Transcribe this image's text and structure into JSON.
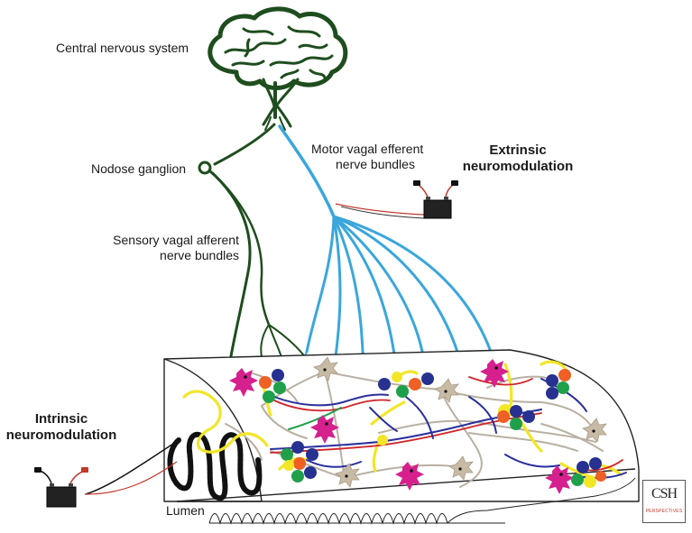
{
  "labels": {
    "cns": "Central nervous system",
    "nodose": "Nodose ganglion",
    "motor_line1": "Motor vagal efferent",
    "motor_line2": "nerve bundles",
    "extrinsic_line1": "Extrinsic",
    "extrinsic_line2": "neuromodulation",
    "sensory_line1": "Sensory vagal afferent",
    "sensory_line2": "nerve bundles",
    "intrinsic_line1": "Intrinsic",
    "intrinsic_line2": "neuromodulation",
    "lumen": "Lumen"
  },
  "logo": {
    "main": "CSH",
    "sub": "PERSPECTIVES"
  },
  "colors": {
    "brain": "#1e4d1e",
    "sensory_nerve": "#1e4d1e",
    "motor_nerve": "#3aa6dc",
    "enteric_glia": "#f2e627",
    "immune_cell": "#d6208e",
    "neuron": "#c8bba6",
    "neuron_fiber": "#b9b0a2",
    "blue_fiber": "#2a2f9c",
    "red_fiber": "#d0242a",
    "blue_cell": "#27318f",
    "green_cell": "#1fa04a",
    "orange_cell": "#ee6024",
    "battery": "#222222",
    "lead_red": "#c0392b"
  },
  "icons": [
    "brain-tree-icon",
    "battery-icon",
    "neuron-icon",
    "immune-cell-icon"
  ]
}
